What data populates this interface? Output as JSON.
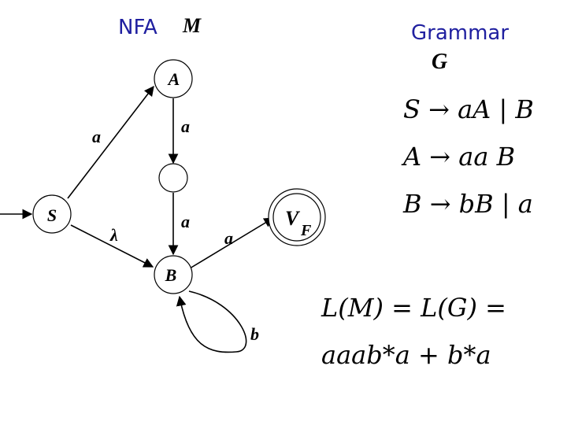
{
  "headings": {
    "nfa_label": "NFA",
    "nfa_symbol": "M",
    "grammar_label": "Grammar",
    "grammar_symbol": "G"
  },
  "nfa": {
    "states": {
      "start": "S",
      "a": "A",
      "mid": "",
      "b": "B",
      "final": "V",
      "final_sub": "F"
    },
    "edges": {
      "s_to_a": "a",
      "a_to_mid": "a",
      "mid_to_b": "a",
      "s_to_b": "λ",
      "b_to_final": "a",
      "b_loop": "b"
    }
  },
  "grammar": {
    "rules": [
      {
        "lhs": "S",
        "arrow": "→",
        "rhs": "aA | B"
      },
      {
        "lhs": "A",
        "arrow": "→",
        "rhs": "aa B"
      },
      {
        "lhs": "B",
        "arrow": "→",
        "rhs": "bB | a"
      }
    ]
  },
  "language": {
    "line1": "L(M) = L(G) =",
    "line2": "aaab*a + b*a"
  }
}
